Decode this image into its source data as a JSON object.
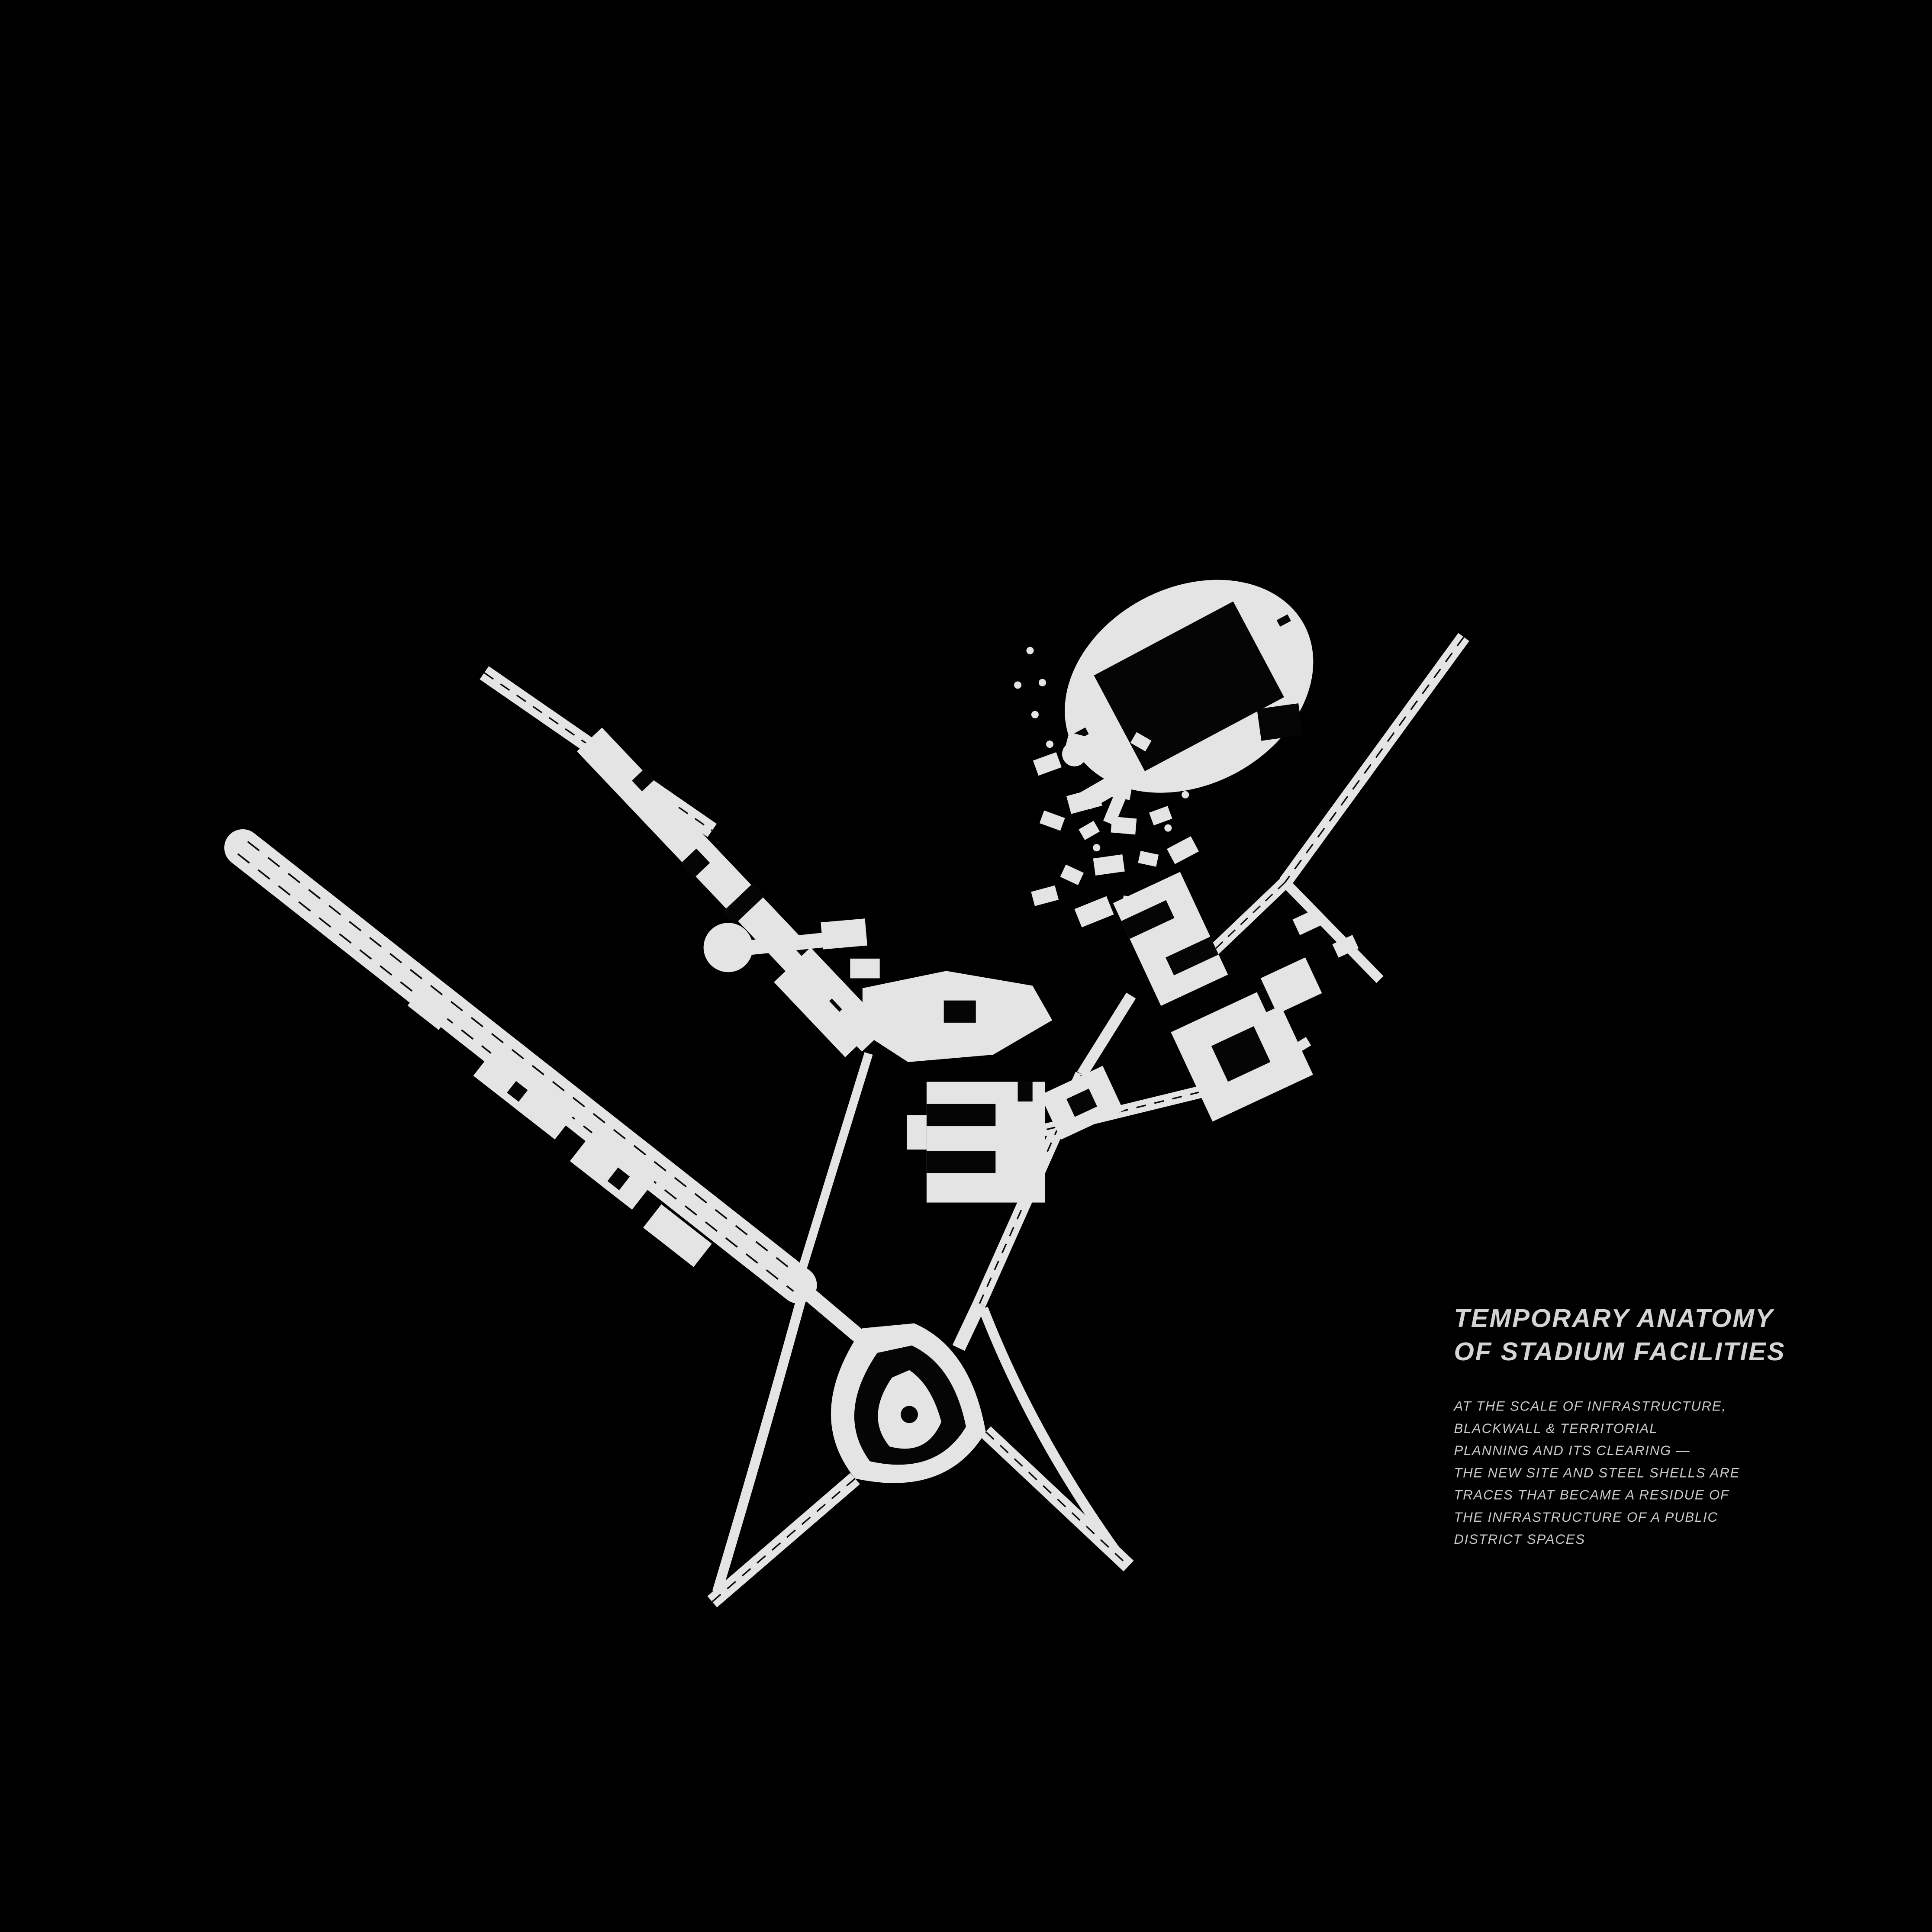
{
  "page": {
    "background": "#000000"
  },
  "palette": {
    "shape_fill": "#e4e4e4",
    "detail_ink": "#0b0b0b",
    "title_text": "#d4d4d4",
    "body_text": "#c9c9c9"
  },
  "annotation": {
    "title_line1": "TEMPORARY ANATOMY",
    "title_line2": "OF STADIUM FACILITIES",
    "body_lines": [
      "AT THE SCALE OF INFRASTRUCTURE,",
      "BLACKWALL & TERRITORIAL",
      "PLANNING AND ITS CLEARING —",
      "THE NEW SITE AND STEEL SHELLS ARE",
      "TRACES THAT BECAME A RESIDUE OF",
      "THE INFRASTRUCTURE OF A PUBLIC",
      "DISTRICT SPACES"
    ]
  },
  "map_features": [
    {
      "name": "stadium",
      "kind": "oval stadium ring with dark pitch"
    },
    {
      "name": "highway-interchange",
      "kind": "triangular delta interchange"
    },
    {
      "name": "motorway",
      "kind": "wide dual-carriageway, dashed lanes"
    },
    {
      "name": "access-road-north",
      "kind": "thin road upper-left"
    },
    {
      "name": "northeast-road",
      "kind": "thin road upper-right"
    },
    {
      "name": "building-cluster",
      "kind": "central figure-ground buildings"
    },
    {
      "name": "roundabout",
      "kind": "circular plaza with stem"
    }
  ]
}
